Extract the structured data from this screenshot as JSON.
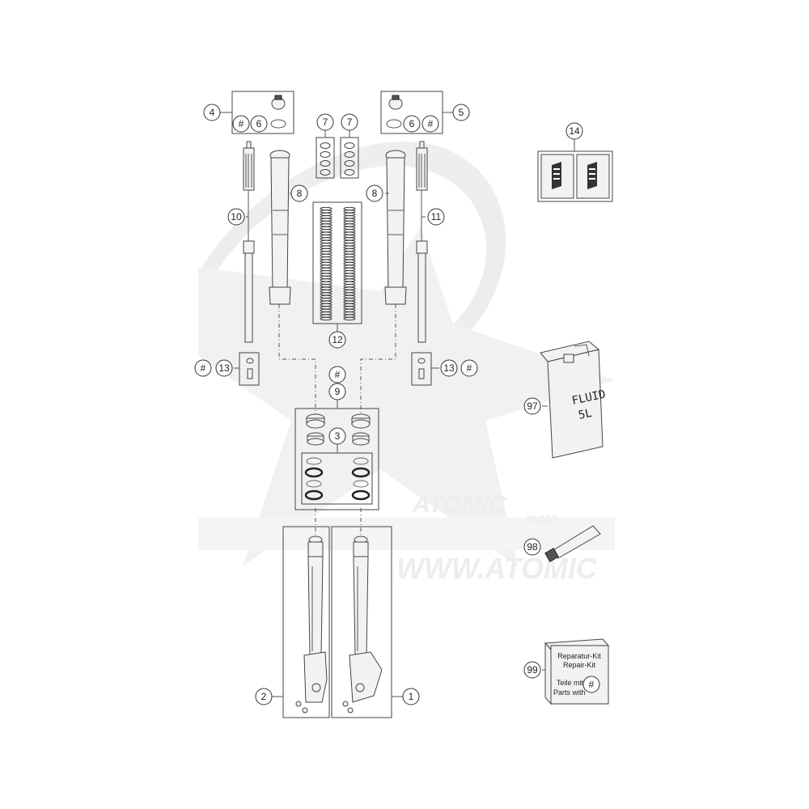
{
  "callouts": {
    "c1": "1",
    "c2": "2",
    "c3": "3",
    "c4": "4",
    "c5": "5",
    "c6a": "6",
    "c6b": "6",
    "c7a": "7",
    "c7b": "7",
    "c8a": "8",
    "c8b": "8",
    "c9": "9",
    "c10": "10",
    "c11": "11",
    "c12": "12",
    "c13a": "13",
    "c13b": "13",
    "c14": "14",
    "c97": "97",
    "c98": "98",
    "c99": "99",
    "h4": "#",
    "h5": "#",
    "h13a": "#",
    "h13b": "#",
    "h9": "#",
    "h99": "#"
  },
  "fluid_can": {
    "line1": "FLUID",
    "line2": "5L"
  },
  "repair_kit": {
    "line1": "Reparatur-Kit",
    "line2": "Repair-Kit",
    "line3": "Teile mit",
    "line4": "Parts with"
  },
  "watermark": {
    "logo": "ATOMIC",
    "sub": "moto",
    "url": "WWW.ATOMIC"
  },
  "colors": {
    "line": "#444444",
    "part_fill": "#f2f2f2",
    "watermark": "#e6e6e6"
  }
}
